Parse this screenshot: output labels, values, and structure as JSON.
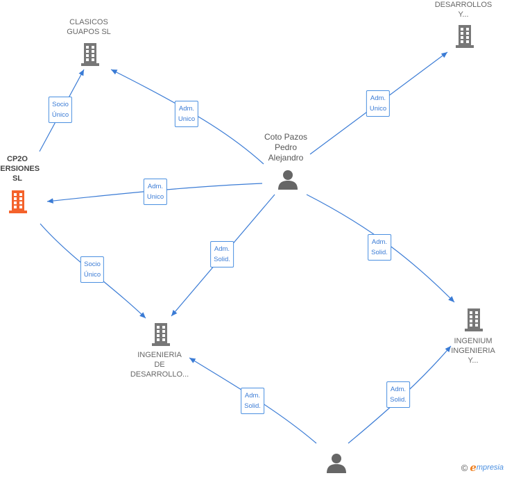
{
  "nodes": {
    "clasicos": {
      "lines": [
        "CLASICOS",
        "GUAPOS  SL"
      ],
      "kind": "company"
    },
    "cp2o": {
      "lines": [
        "CP2O",
        "VERSIONES",
        "SL"
      ],
      "kind": "company-focus"
    },
    "desarrollos": {
      "lines": [
        "DESARROLLOS",
        "Y..."
      ],
      "kind": "company"
    },
    "coto": {
      "lines": [
        "Coto Pazos",
        "Pedro",
        "Alejandro"
      ],
      "kind": "person"
    },
    "ingenieria_desarrollo": {
      "lines": [
        "INGENIERIA",
        "DE",
        "DESARROLLO..."
      ],
      "kind": "company"
    },
    "ingenium": {
      "lines": [
        "INGENIUM",
        "INGENIERIA",
        "Y..."
      ],
      "kind": "company"
    },
    "bottom_person": {
      "lines": [],
      "kind": "person"
    }
  },
  "edges": [
    {
      "from": "cp2o",
      "to": "clasicos",
      "label": [
        "Socio",
        "Único"
      ]
    },
    {
      "from": "coto",
      "to": "clasicos",
      "label": [
        "Adm.",
        "Unico"
      ]
    },
    {
      "from": "coto",
      "to": "desarrollos",
      "label": [
        "Adm.",
        "Unico"
      ]
    },
    {
      "from": "coto",
      "to": "cp2o",
      "label": [
        "Adm.",
        "Unico"
      ]
    },
    {
      "from": "coto",
      "to": "ingenieria_desarrollo",
      "label": [
        "Adm.",
        "Solid."
      ]
    },
    {
      "from": "coto",
      "to": "ingenium",
      "label": [
        "Adm.",
        "Solid."
      ]
    },
    {
      "from": "cp2o",
      "to": "ingenieria_desarrollo",
      "label": [
        "Socio",
        "Único"
      ]
    },
    {
      "from": "bottom_person",
      "to": "ingenieria_desarrollo",
      "label": [
        "Adm.",
        "Solid."
      ]
    },
    {
      "from": "bottom_person",
      "to": "ingenium",
      "label": [
        "Adm.",
        "Solid."
      ]
    }
  ],
  "colors": {
    "edge": "#3a7bd5",
    "company_icon": "#777777",
    "focus_icon": "#f4622b",
    "person_icon": "#666666"
  },
  "icons": {
    "company": "building-icon",
    "person": "person-icon"
  },
  "footer": {
    "symbol": "©",
    "brand_initial": "e",
    "brand_rest": "mpresia"
  }
}
